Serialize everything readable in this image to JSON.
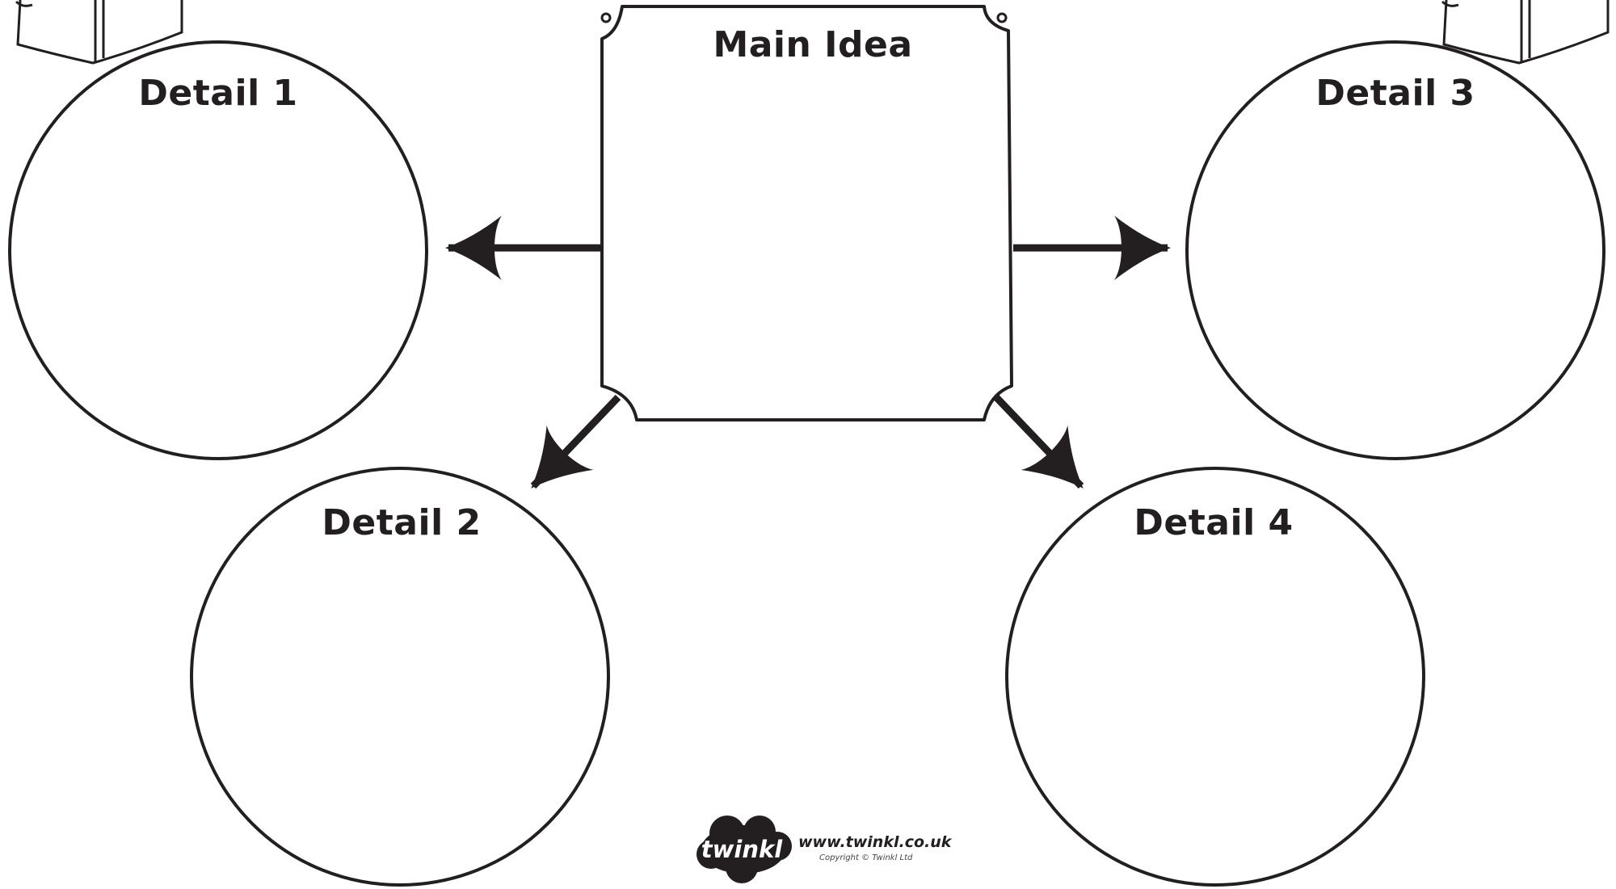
{
  "diagram": {
    "main_idea": {
      "label": "Main Idea"
    },
    "details": [
      {
        "label": "Detail 1"
      },
      {
        "label": "Detail 2"
      },
      {
        "label": "Detail 3"
      },
      {
        "label": "Detail 4"
      }
    ]
  },
  "footer": {
    "logo_text": "twinkl",
    "url": "www.twinkl.co.uk",
    "copyright": "Copyright © Twinkl Ltd"
  },
  "colors": {
    "ink": "#231f20",
    "background": "#ffffff"
  }
}
